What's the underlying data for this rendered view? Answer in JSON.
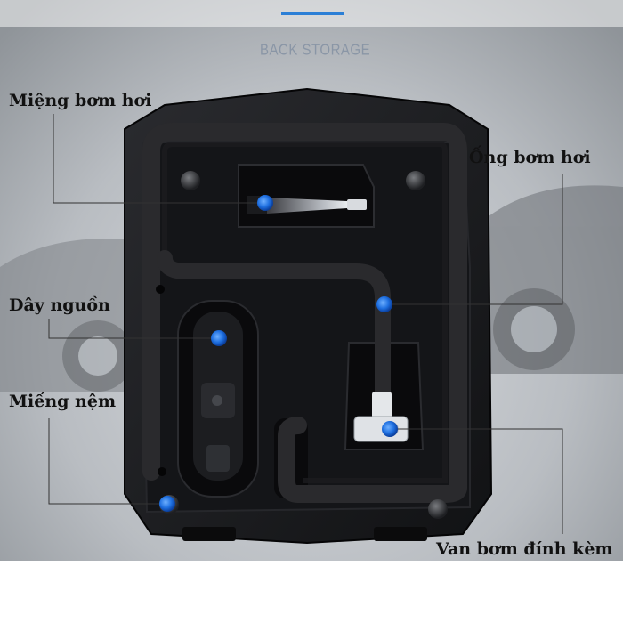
{
  "header": {
    "section_title": "BACK STORAGE"
  },
  "callouts": {
    "air_nozzle": "Miệng bơm hơi",
    "air_hose": "Ống bơm hơi",
    "power_cord": "Dây nguồn",
    "cushion_pad": "Miếng nệm",
    "attached_valve": "Van bơm đính kèm"
  },
  "colors": {
    "device_body": "#1b1c1f",
    "tray_inner": "#0e0f11",
    "hose": "#2a2a2d",
    "marker_blue": "#1e6fe0",
    "leader_line": "#333333",
    "background_gray": "#c9ccd0",
    "header_accent": "#2b7fd6"
  }
}
